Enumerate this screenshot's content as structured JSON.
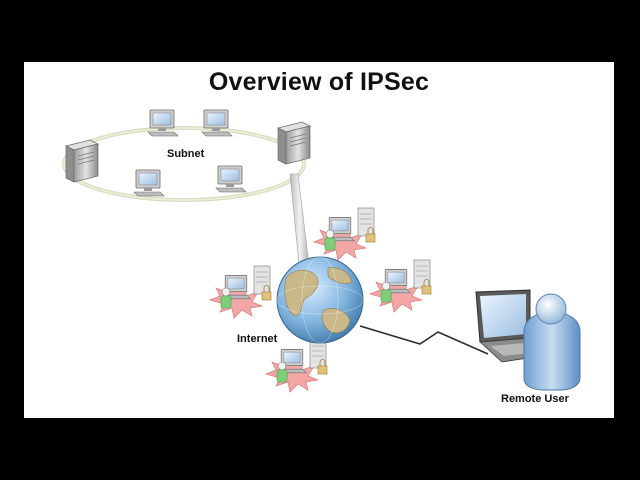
{
  "slide": {
    "title": "Overview of IPSec",
    "labels": {
      "subnet": "Subnet",
      "internet": "Internet",
      "remote_user": "Remote User"
    }
  },
  "colors": {
    "background": "#000000",
    "slide": "#ffffff",
    "ring": "#d9dcc0",
    "globe_ocean": "#7fb3dd",
    "globe_land": "#c9b98a",
    "attack_burst": "#f3a6a6",
    "remote_user": "#9fc3e8"
  },
  "icons": {
    "subnet_servers": [
      "server-icon",
      "server-icon"
    ],
    "subnet_workstations": [
      "workstation-icon",
      "workstation-icon",
      "workstation-icon",
      "workstation-icon"
    ],
    "internet": "globe-icon",
    "attackers": [
      "attacker-icon",
      "attacker-icon",
      "attacker-icon",
      "attacker-icon"
    ],
    "remote": [
      "laptop-icon",
      "user-icon"
    ]
  }
}
